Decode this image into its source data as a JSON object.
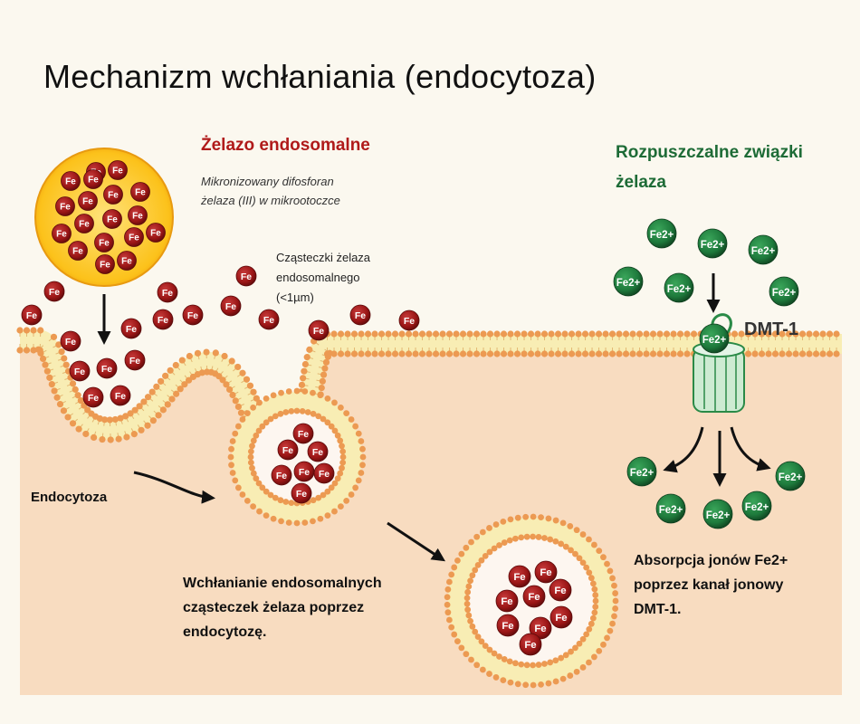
{
  "title": "Mechanizm wchłaniania (endocytoza)",
  "left_section": {
    "heading": "Żelazo endosomalne",
    "subtitle_lines": [
      "Mikronizowany difosforan",
      "żelaza (III) w mikrootoczce"
    ],
    "particles_label_lines": [
      "Cząsteczki żelaza",
      "endosomalnego",
      "(<1µm)"
    ],
    "particle_symbol": "Fe"
  },
  "right_section": {
    "heading_lines": [
      "Rozpuszczalne związki",
      "żelaza"
    ],
    "channel_label": "DMT-1",
    "ion_symbol": "Fe2+"
  },
  "labels": {
    "endocytosis": "Endocytoza",
    "uptake_lines": [
      "Wchłanianie endosomalnych",
      "cząsteczek żelaza poprzez",
      "endocytozę."
    ],
    "absorption_lines": [
      "Absorpcja jonów Fe2+",
      "poprzez kanał jonowy",
      "DMT-1."
    ]
  },
  "colors": {
    "background": "#fbf8ef",
    "cell_interior": "#f8dcc0",
    "membrane_head": "#ec9a52",
    "membrane_tail": "#f8edb4",
    "iron_particle": "#9b1616",
    "iron_ion": "#1e7a3c",
    "left_heading": "#b01a1a",
    "right_heading": "#1d6b36",
    "microsphere": "#fcc21b"
  }
}
